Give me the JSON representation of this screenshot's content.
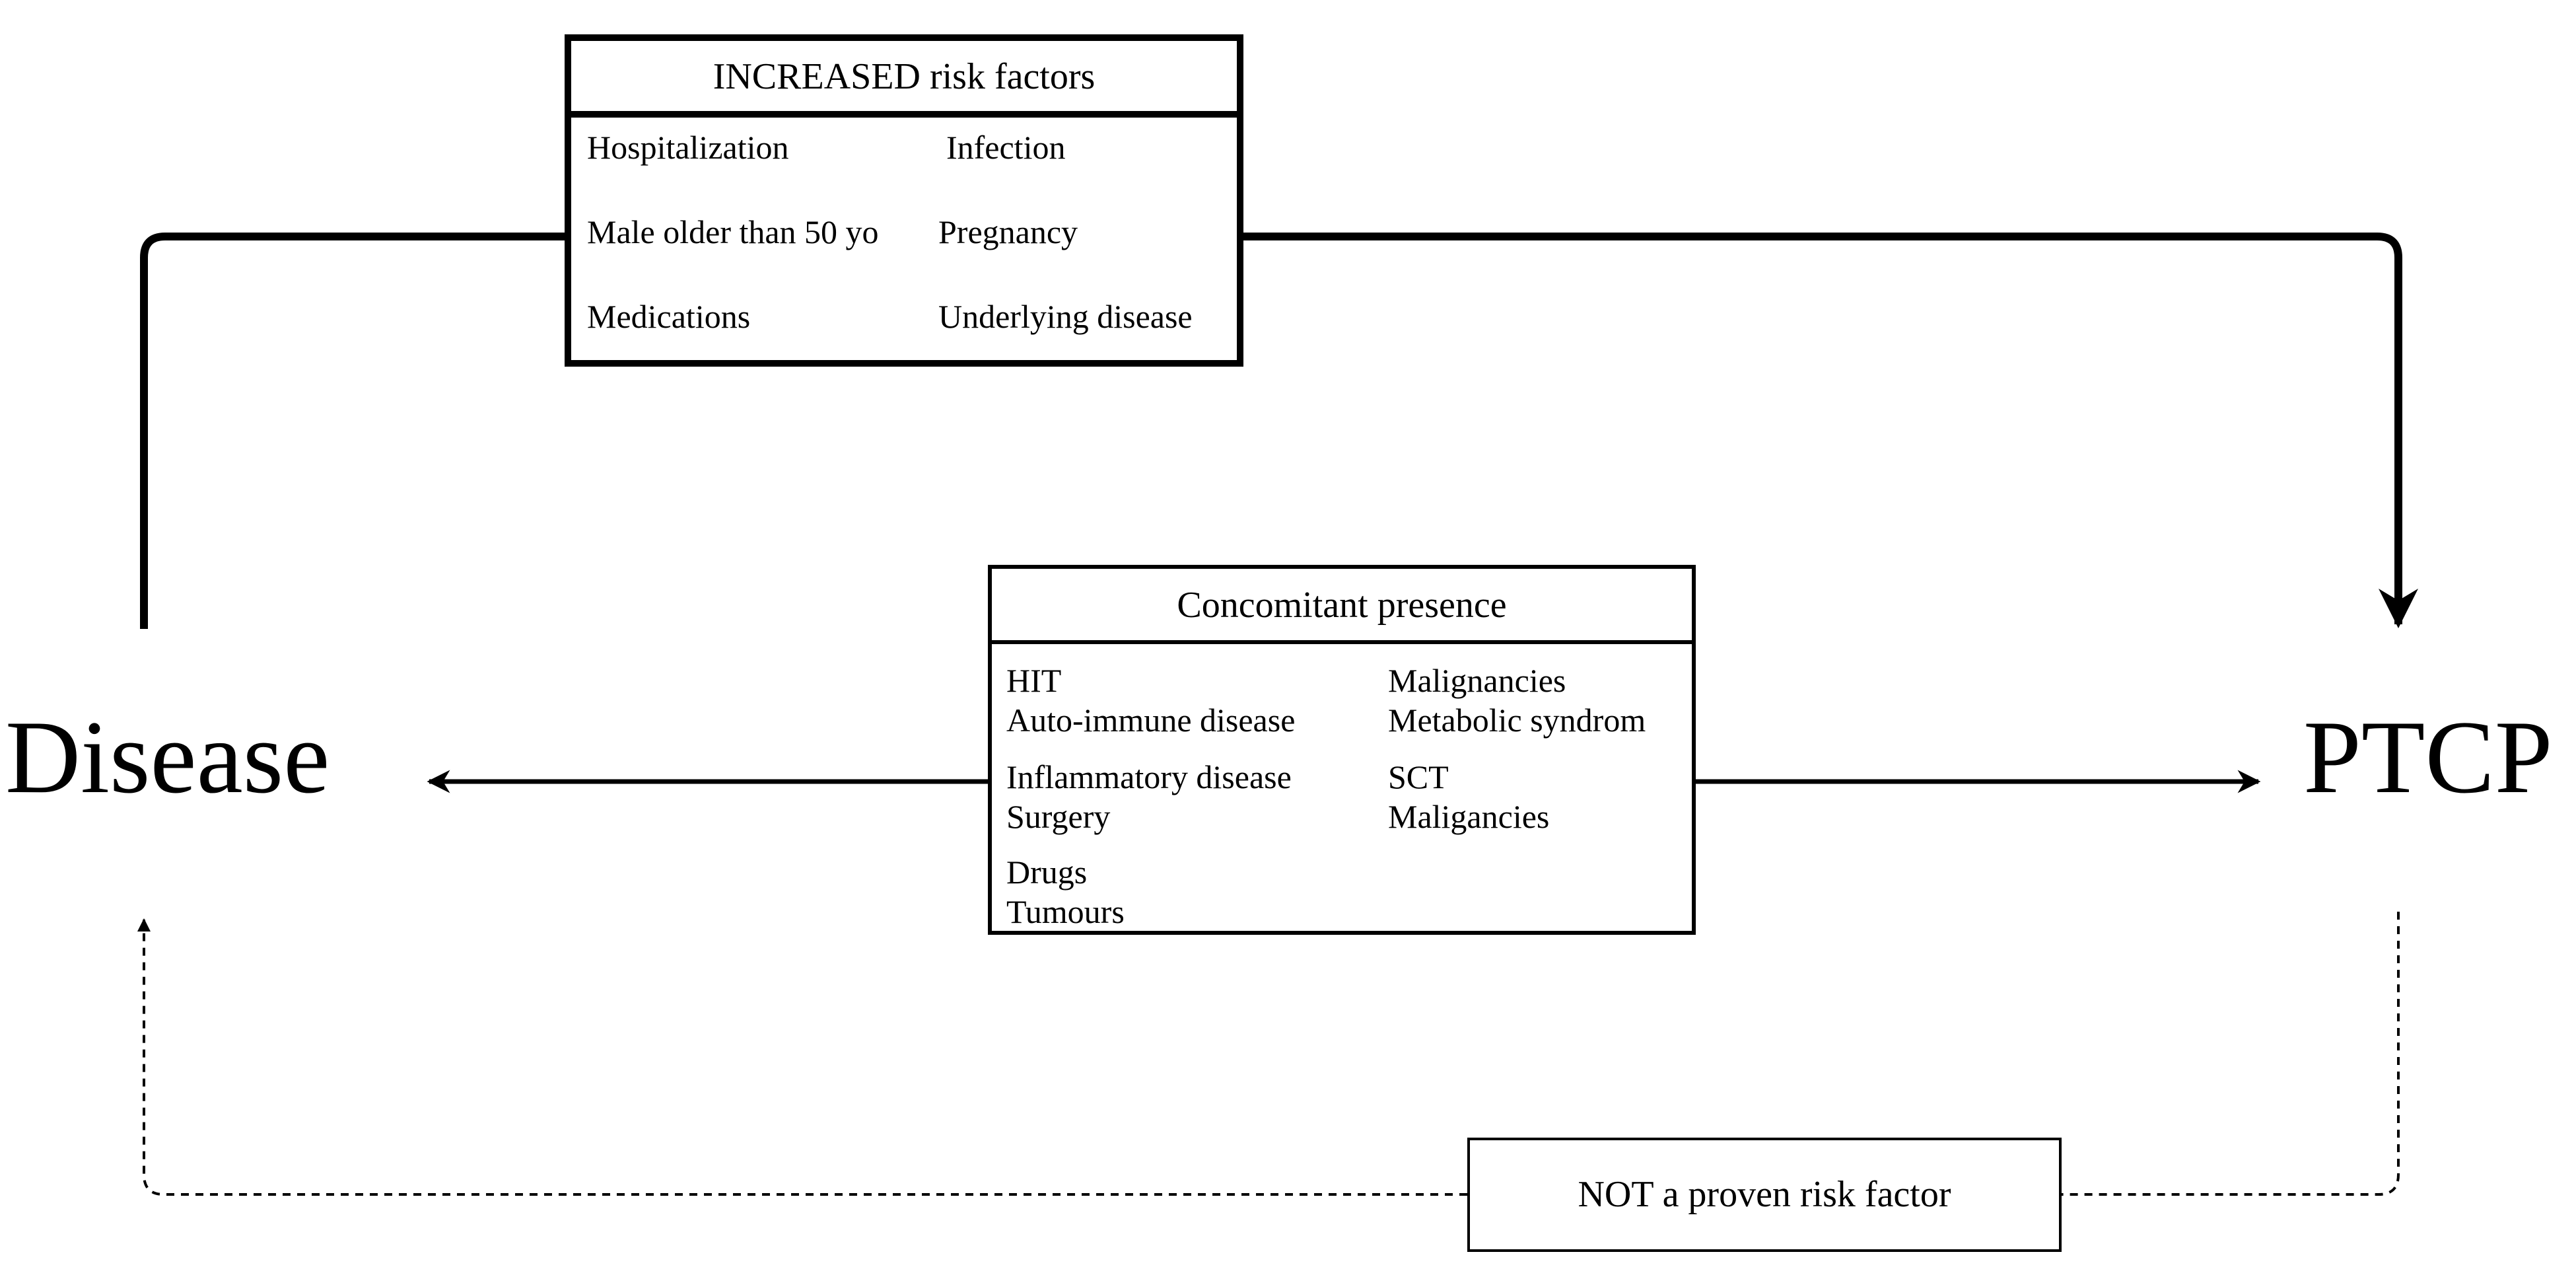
{
  "nodes": {
    "disease": "Disease",
    "ptcp": "PTCP"
  },
  "increased_risk": {
    "title": "INCREASED risk factors",
    "items": [
      "Hospitalization",
      "Infection",
      "Male older than 50 yo",
      "Pregnancy",
      "Medications",
      "Underlying disease"
    ]
  },
  "concomitant": {
    "title": "Concomitant presence",
    "items": [
      "HIT",
      "Malignancies",
      "Auto-immune disease",
      "Metabolic syndrom",
      "Inflammatory disease",
      "SCT",
      "Surgery",
      "Maligancies",
      "Drugs",
      "Tumours"
    ]
  },
  "not_proven": {
    "label": "NOT a proven risk factor"
  },
  "colors": {
    "line": "#000000",
    "background": "#ffffff"
  }
}
